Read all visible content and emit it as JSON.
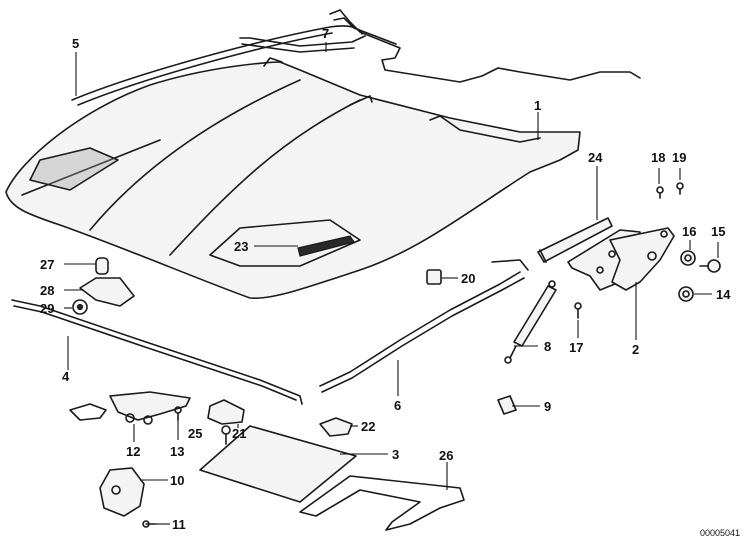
{
  "diagram": {
    "callouts": [
      {
        "id": "c1",
        "label": "1"
      },
      {
        "id": "c2",
        "label": "2"
      },
      {
        "id": "c3",
        "label": "3"
      },
      {
        "id": "c4",
        "label": "4"
      },
      {
        "id": "c5",
        "label": "5"
      },
      {
        "id": "c6",
        "label": "6"
      },
      {
        "id": "c7",
        "label": "7"
      },
      {
        "id": "c8",
        "label": "8"
      },
      {
        "id": "c9",
        "label": "9"
      },
      {
        "id": "c10",
        "label": "10"
      },
      {
        "id": "c11",
        "label": "11"
      },
      {
        "id": "c12",
        "label": "12"
      },
      {
        "id": "c13",
        "label": "13"
      },
      {
        "id": "c14",
        "label": "14"
      },
      {
        "id": "c15",
        "label": "15"
      },
      {
        "id": "c16",
        "label": "16"
      },
      {
        "id": "c17",
        "label": "17"
      },
      {
        "id": "c18",
        "label": "18"
      },
      {
        "id": "c19",
        "label": "19"
      },
      {
        "id": "c20",
        "label": "20"
      },
      {
        "id": "c21",
        "label": "21"
      },
      {
        "id": "c22",
        "label": "22"
      },
      {
        "id": "c23",
        "label": "23"
      },
      {
        "id": "c24",
        "label": "24"
      },
      {
        "id": "c25",
        "label": "25"
      },
      {
        "id": "c26",
        "label": "26"
      },
      {
        "id": "c27",
        "label": "27"
      },
      {
        "id": "c28",
        "label": "28"
      },
      {
        "id": "c29",
        "label": "29"
      }
    ],
    "reference_number": "00005041"
  }
}
